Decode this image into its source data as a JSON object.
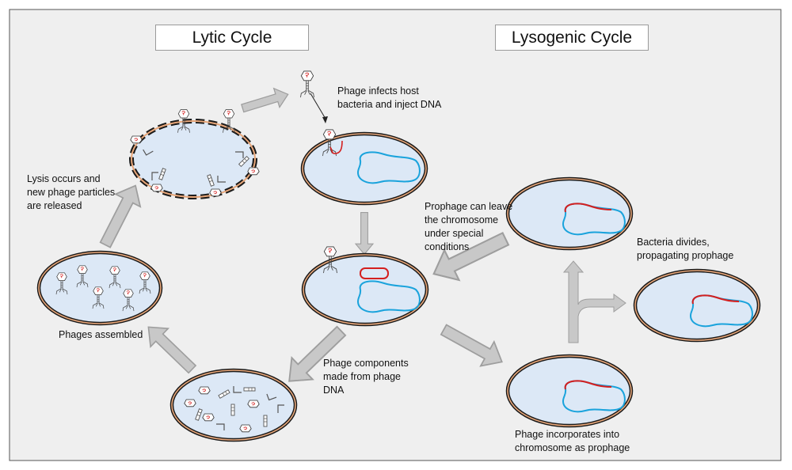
{
  "titles": {
    "lytic": "Lytic Cycle",
    "lysogenic": "Lysogenic Cycle"
  },
  "labels": {
    "infects": "Phage infects host\nbacteria and inject DNA",
    "lysis": "Lysis occurs and\nnew phage particles\nare released",
    "assembled": "Phages assembled",
    "components": "Phage components\nmade from phage\nDNA",
    "prophage_leave": "Prophage can leave\nthe chromosome\nunder special\nconditions",
    "divides": "Bacteria divides,\npropagating prophage",
    "incorporates": "Phage incorporates into\nchromosome as prophage"
  },
  "colors": {
    "panel_background": "#efefef",
    "cell_fill": "#dce8f6",
    "cell_wall_outer": "#1a1a1a",
    "cell_wall_inner": "#e8a77a",
    "bacterial_dna": "#1aa3dc",
    "phage_dna": "#d41f1f",
    "arrow": "#c8c8c8",
    "arrow_edge": "#9e9e9e"
  },
  "icons": [
    "bacteriophage-icon",
    "phage-head-icon",
    "phage-tail-fiber-icon"
  ]
}
